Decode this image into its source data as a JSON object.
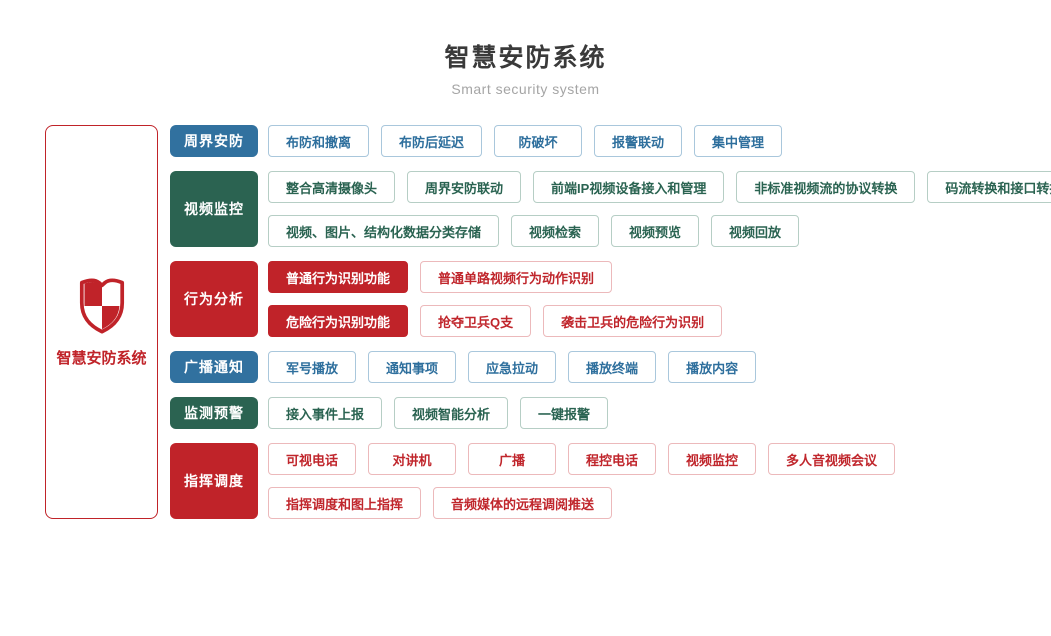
{
  "header": {
    "title": "智慧安防系统",
    "subtitle": "Smart security system"
  },
  "root": {
    "label": "智慧安防系统",
    "icon": "shield-icon",
    "accent_color": "#c02329"
  },
  "colors": {
    "blue": "#31719f",
    "green": "#2b6351",
    "red": "#c02329",
    "blue_text": "#2e6f9d",
    "green_text": "#2a6351",
    "red_text": "#c0262c"
  },
  "sections": [
    {
      "label": "周界安防",
      "color": "blue",
      "rows": [
        [
          {
            "label": "布防和撤离",
            "variant": "outline"
          },
          {
            "label": "布防后延迟",
            "variant": "outline"
          },
          {
            "label": "防破坏",
            "variant": "outline"
          },
          {
            "label": "报警联动",
            "variant": "outline"
          },
          {
            "label": "集中管理",
            "variant": "outline"
          }
        ]
      ]
    },
    {
      "label": "视频监控",
      "color": "green",
      "rows": [
        [
          {
            "label": "整合高清摄像头",
            "variant": "outline"
          },
          {
            "label": "周界安防联动",
            "variant": "outline"
          },
          {
            "label": "前端IP视频设备接入和管理",
            "variant": "outline"
          },
          {
            "label": "非标准视频流的协议转换",
            "variant": "outline"
          },
          {
            "label": "码流转换和接口转换",
            "variant": "outline"
          }
        ],
        [
          {
            "label": "视频、图片、结构化数据分类存储",
            "variant": "outline"
          },
          {
            "label": "视频检索",
            "variant": "outline"
          },
          {
            "label": "视频预览",
            "variant": "outline"
          },
          {
            "label": "视频回放",
            "variant": "outline"
          }
        ]
      ]
    },
    {
      "label": "行为分析",
      "color": "red",
      "rows": [
        [
          {
            "label": "普通行为识别功能",
            "variant": "filled"
          },
          {
            "label": "普通单路视频行为动作识别",
            "variant": "outline"
          }
        ],
        [
          {
            "label": "危险行为识别功能",
            "variant": "filled"
          },
          {
            "label": "抢夺卫兵Q支",
            "variant": "outline"
          },
          {
            "label": "袭击卫兵的危险行为识别",
            "variant": "outline"
          }
        ]
      ]
    },
    {
      "label": "广播通知",
      "color": "blue",
      "rows": [
        [
          {
            "label": "军号播放",
            "variant": "outline"
          },
          {
            "label": "通知事项",
            "variant": "outline"
          },
          {
            "label": "应急拉动",
            "variant": "outline"
          },
          {
            "label": "播放终端",
            "variant": "outline"
          },
          {
            "label": "播放内容",
            "variant": "outline"
          }
        ]
      ]
    },
    {
      "label": "监测预警",
      "color": "green",
      "rows": [
        [
          {
            "label": "接入事件上报",
            "variant": "outline"
          },
          {
            "label": "视频智能分析",
            "variant": "outline"
          },
          {
            "label": "一键报警",
            "variant": "outline"
          }
        ]
      ]
    },
    {
      "label": "指挥调度",
      "color": "red",
      "rows": [
        [
          {
            "label": "可视电话",
            "variant": "outline"
          },
          {
            "label": "对讲机",
            "variant": "outline"
          },
          {
            "label": "广播",
            "variant": "outline"
          },
          {
            "label": "程控电话",
            "variant": "outline"
          },
          {
            "label": "视频监控",
            "variant": "outline"
          },
          {
            "label": "多人音视频会议",
            "variant": "outline"
          }
        ],
        [
          {
            "label": "指挥调度和图上指挥",
            "variant": "outline"
          },
          {
            "label": "音频媒体的远程调阅推送",
            "variant": "outline"
          }
        ]
      ]
    }
  ]
}
